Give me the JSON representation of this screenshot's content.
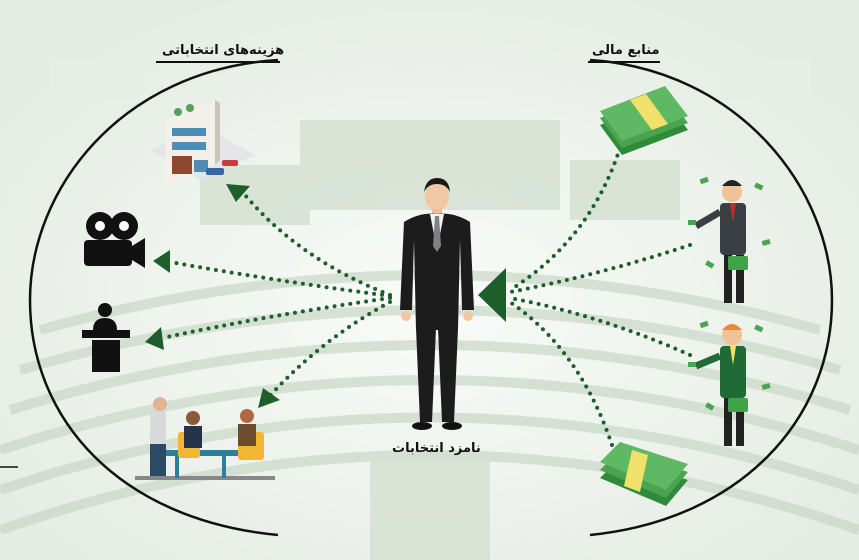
{
  "diagram": {
    "expenses_title": "هزینه‌های انتخاباتی",
    "sources_title": "منابع مالی",
    "candidate_label": "نامزد انتخابات",
    "expense_icons": [
      "building-icon",
      "film-camera-icon",
      "podium-speaker-icon",
      "meeting-people-icon"
    ],
    "source_icons": [
      "money-stack-icon",
      "businessman-money-icon",
      "businessman-money-icon",
      "money-stack-icon"
    ],
    "colors": {
      "arrow": "#1d5e2a",
      "money": "#4aa34f",
      "band": "#f1e06b",
      "background": "#eef4ee",
      "suit": "#1c1c1c"
    }
  }
}
